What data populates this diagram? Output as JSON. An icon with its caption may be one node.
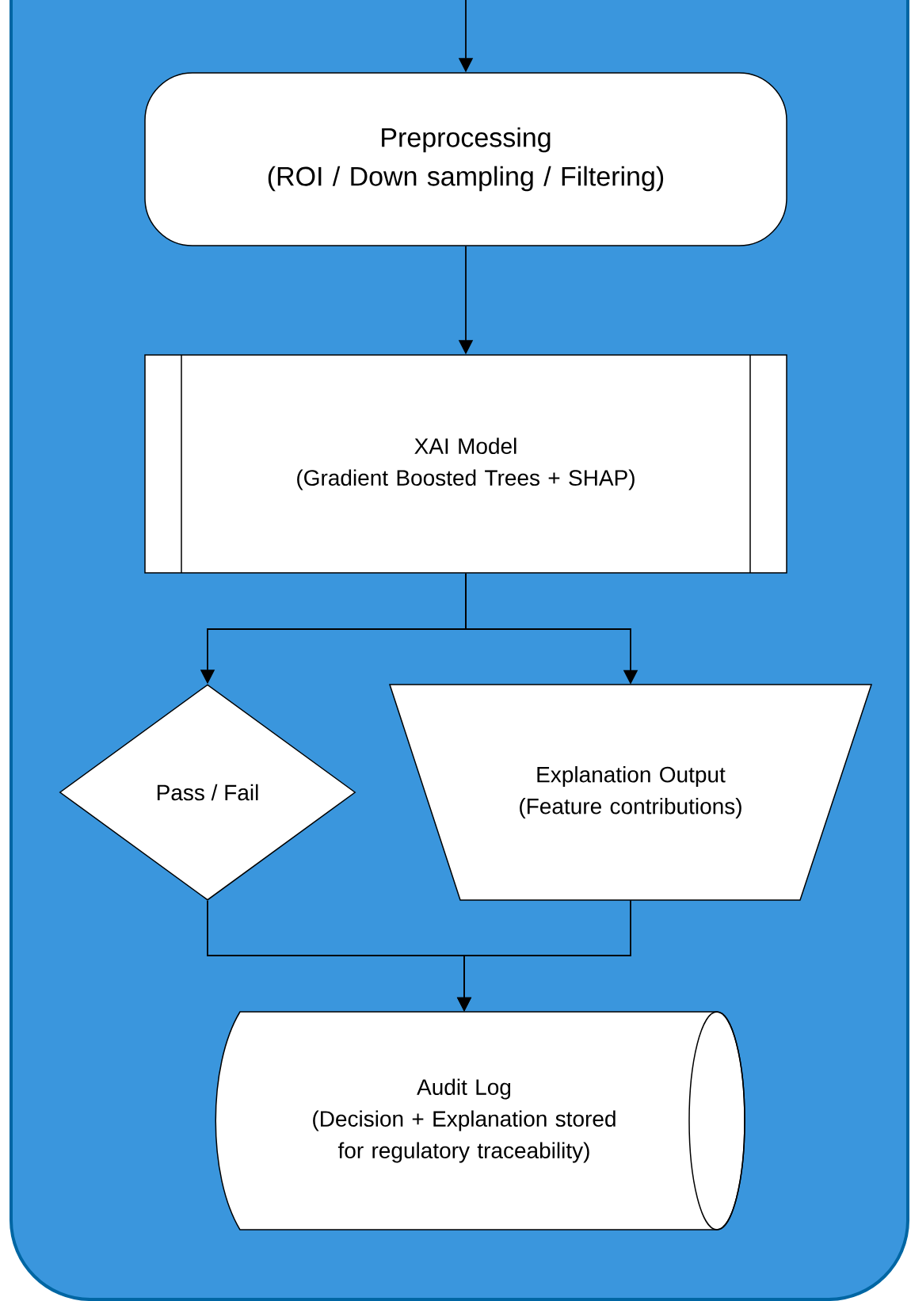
{
  "diagram": {
    "nodes": [
      {
        "text": [
          "Preprocessing",
          "(ROI / Down sampling / Filtering)"
        ]
      },
      {
        "text": [
          "XAI Model",
          "(Gradient Boosted Trees + SHAP)"
        ]
      },
      {
        "text": [
          "Pass / Fail"
        ]
      },
      {
        "text": [
          "Explanation Output",
          "(Feature contributions)"
        ]
      },
      {
        "text": [
          "Audit Log",
          "(Decision + Explanation stored for regulatory traceability)"
        ]
      }
    ],
    "edges": [
      {
        "from": null,
        "to": 0,
        "arrow": "to"
      },
      {
        "from": 0,
        "to": 1,
        "arrow": "to"
      },
      {
        "from": 1,
        "to": 2,
        "arrow": "to"
      },
      {
        "from": 1,
        "to": 3,
        "arrow": "to"
      },
      {
        "from": 2,
        "to": 4,
        "arrow": "to"
      },
      {
        "from": 3,
        "to": 4,
        "arrow": "to"
      }
    ]
  }
}
